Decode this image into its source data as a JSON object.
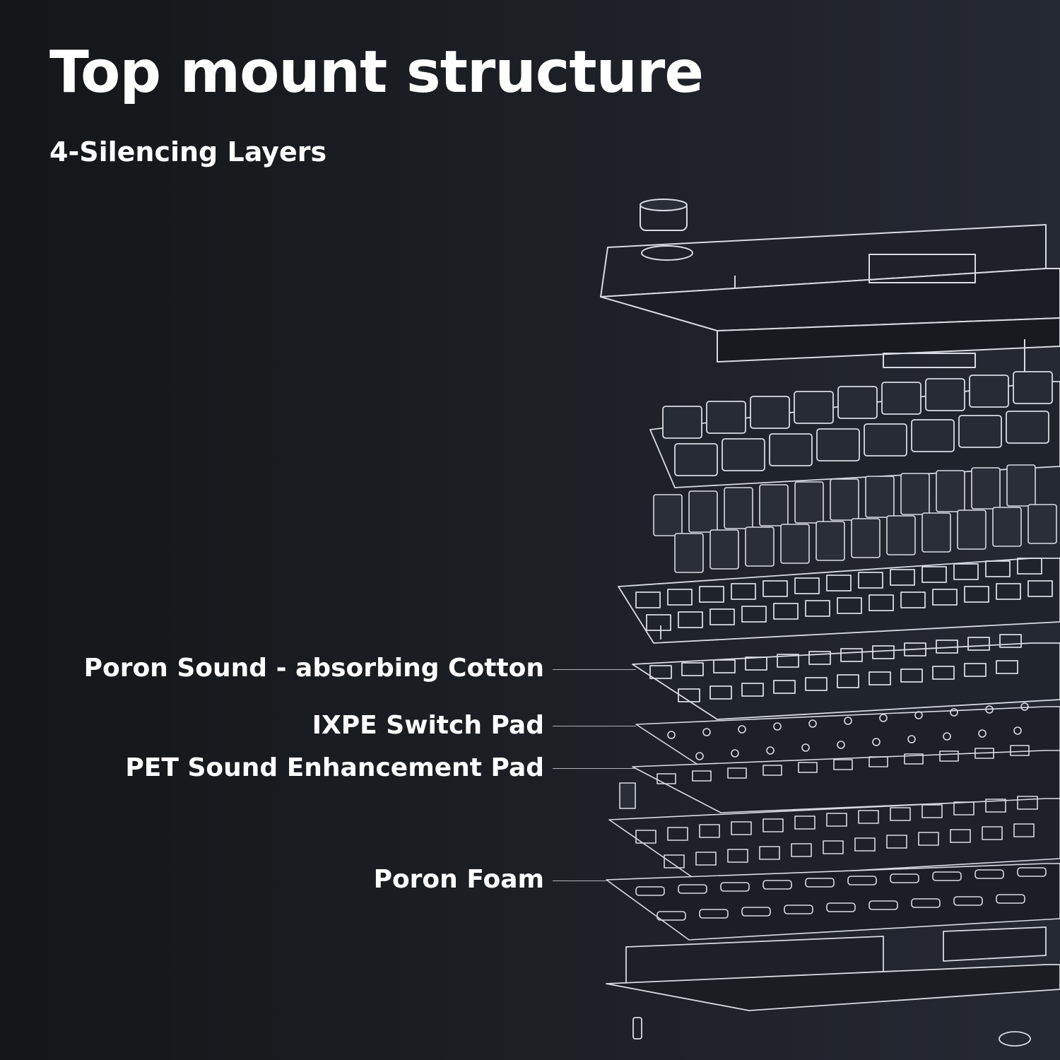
{
  "heading": {
    "title": "Top mount structure",
    "subtitle": "4-Silencing Layers"
  },
  "callouts": [
    {
      "label": "Poron Sound - absorbing Cotton"
    },
    {
      "label": "IXPE Switch Pad"
    },
    {
      "label": "PET Sound Enhancement Pad"
    },
    {
      "label": "Poron Foam"
    }
  ],
  "colors": {
    "background": "#1b1e23",
    "line_art": "#d8dbe2",
    "text": "#ffffff"
  }
}
